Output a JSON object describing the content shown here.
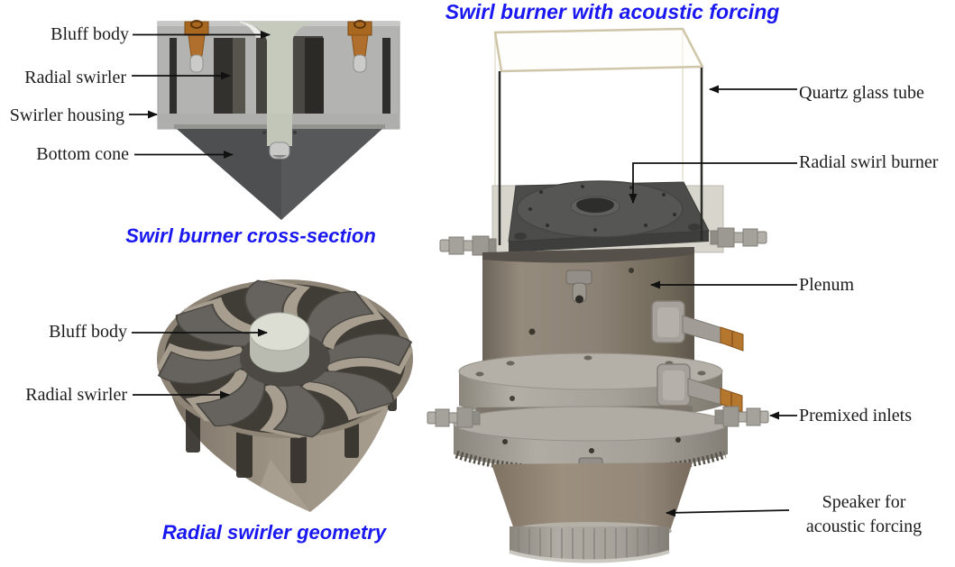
{
  "figure": {
    "kind": "labeled-apparatus-figure",
    "background": "#ffffff"
  },
  "panels": {
    "cross_section": {
      "caption": "Swirl burner cross-section",
      "labels": [
        {
          "text": "Bluff body"
        },
        {
          "text": "Radial swirler"
        },
        {
          "text": "Swirler housing"
        },
        {
          "text": "Bottom cone"
        }
      ]
    },
    "swirler_geometry": {
      "caption": "Radial swirler geometry",
      "labels": [
        {
          "text": "Bluff body"
        },
        {
          "text": "Radial swirler"
        }
      ]
    },
    "assembly": {
      "title": "Swirl burner with acoustic forcing",
      "labels": [
        {
          "text": "Quartz glass tube"
        },
        {
          "text": "Radial swirl burner"
        },
        {
          "text": "Plenum"
        },
        {
          "text": "Premixed inlets"
        },
        {
          "text": "Speaker for\nacoustic forcing"
        }
      ]
    }
  },
  "colors": {
    "caption_blue": "#1a18f0",
    "label_black": "#1c1c1c",
    "arrow_black": "#111111",
    "brass": "#b5762d",
    "steel_fitting": "#b5b2ac",
    "housing_gray": "#b3b3b1",
    "slot_dark": "#34322f",
    "bluff_body_sage": "#c8ccbd",
    "bottom_cone_dark": "#56585a",
    "plenum_taupe": "#8b8174",
    "flange_gray": "#aaa69d",
    "swirler_tan": "#a89e8f",
    "vane_top_gray": "#66635e",
    "glass_edge": "#2b2b28"
  }
}
